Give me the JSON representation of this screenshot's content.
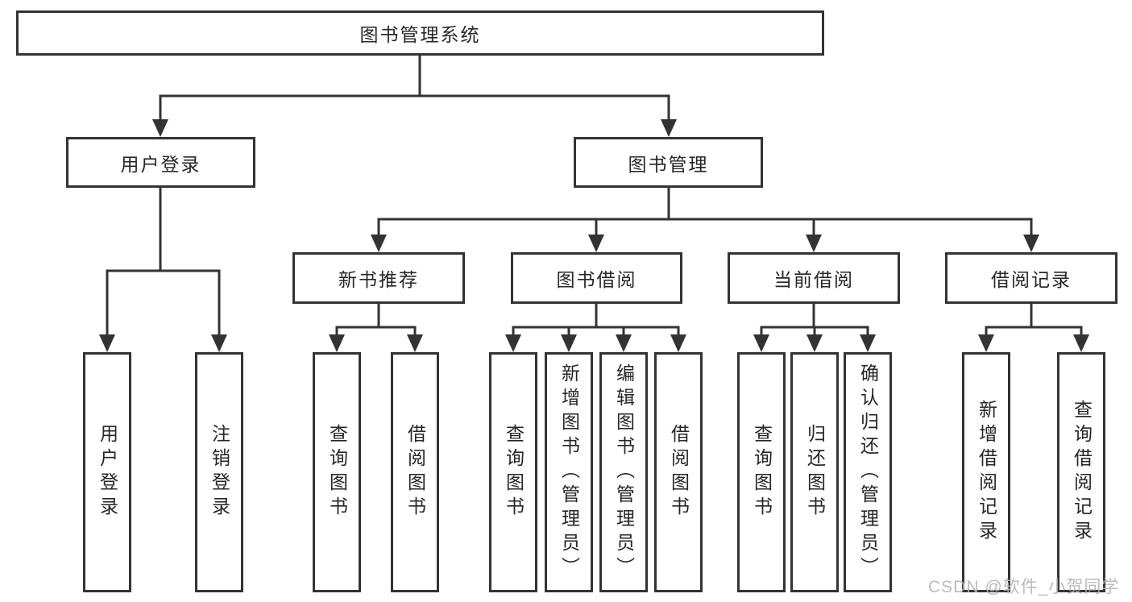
{
  "colors": {
    "line": "#333333",
    "box_border": "#333333",
    "box_fill": "#ffffff",
    "text": "#262626",
    "watermark": "#b5b5b5"
  },
  "tree": {
    "label": "图书管理系统",
    "children": [
      {
        "label": "用户登录",
        "children": [
          {
            "label": "用户登录"
          },
          {
            "label": "注销登录"
          }
        ]
      },
      {
        "label": "图书管理",
        "children": [
          {
            "label": "新书推荐",
            "children": [
              {
                "label": "查询图书"
              },
              {
                "label": "借阅图书"
              }
            ]
          },
          {
            "label": "图书借阅",
            "children": [
              {
                "label": "查询图书"
              },
              {
                "label": "新增图书（管理员）"
              },
              {
                "label": "编辑图书（管理员）"
              },
              {
                "label": "借阅图书"
              }
            ]
          },
          {
            "label": "当前借阅",
            "children": [
              {
                "label": "查询图书"
              },
              {
                "label": "归还图书"
              },
              {
                "label": "确认归还（管理员）"
              }
            ]
          },
          {
            "label": "借阅记录",
            "children": [
              {
                "label": "新增借阅记录"
              },
              {
                "label": "查询借阅记录"
              }
            ]
          }
        ]
      }
    ]
  },
  "watermark": {
    "text": "CSDN @软件_小贺同学"
  }
}
